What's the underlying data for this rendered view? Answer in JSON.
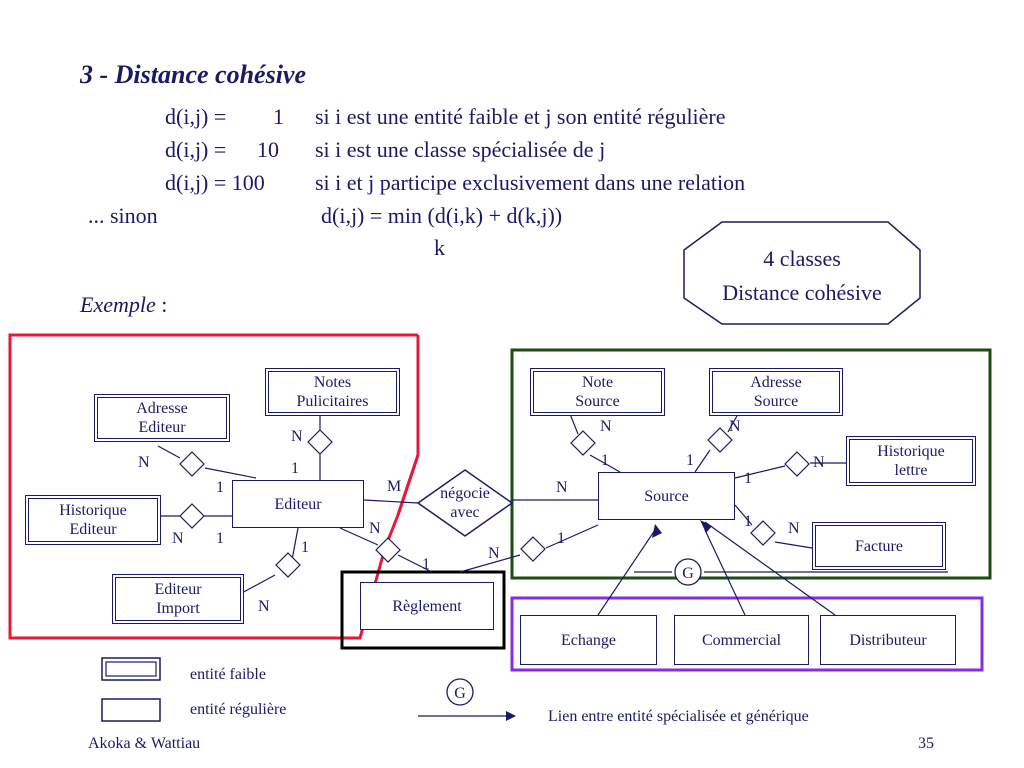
{
  "title": "3 - Distance cohésive",
  "formulas": [
    {
      "lhs": "d(i,j) =",
      "value": "1",
      "desc": "si i est une entité faible et j son entité régulière"
    },
    {
      "lhs": "d(i,j) =",
      "value": "10",
      "desc": "si i est une classe spécialisée de j"
    },
    {
      "lhs": "d(i,j) = 100",
      "value": "",
      "desc": "si i  et j participe exclusivement dans une relation"
    }
  ],
  "sinon": {
    "prefix": "...  sinon",
    "expr": "d(i,j)  =  min  (d(i,k)   +  d(k,j))",
    "sub": "k"
  },
  "callout": {
    "line1": "4 classes",
    "line2": "Distance cohésive"
  },
  "exemple": {
    "label": "Exemple",
    "suffix": " :"
  },
  "entities": {
    "notes_pub": "Notes\nPulicitaires",
    "adresse_editeur": "Adresse\nEditeur",
    "historique_editeur": "Historique\nEditeur",
    "editeur": "Editeur",
    "editeur_import": "Editeur\nImport",
    "reglement": "Règlement",
    "note_source": "Note\nSource",
    "adresse_source": "Adresse\nSource",
    "historique_lettre": "Historique\nlettre",
    "source": "Source",
    "facture": "Facture",
    "echange": "Echange",
    "commercial": "Commercial",
    "distributeur": "Distributeur"
  },
  "relation": "négocie\navec",
  "cardinalities": {
    "c1": "N",
    "c2": "1",
    "c3": "N",
    "c4": "1",
    "c5": "1",
    "c6": "N",
    "c7": "1",
    "c8": "N",
    "c9": "M",
    "c10": "N",
    "c11": "1",
    "c12": "N",
    "c13": "N",
    "c14": "1",
    "c15": "N",
    "c16": "N",
    "c17": "1",
    "c18": "1",
    "c19": "N",
    "c20": "1",
    "c21": "1",
    "c22": "1",
    "c23": "N"
  },
  "generalization": "G",
  "legend": {
    "weak": "entité faible",
    "regular": "entité régulière",
    "g_symbol": "G",
    "link": "Lien entre entité spécialisée et générique"
  },
  "footer": {
    "left": "Akoka & Wattiau",
    "page": "35"
  },
  "colors": {
    "text": "#1a1a66",
    "red_frame": "#e8183c",
    "green_frame": "#1e4d12",
    "purple_frame": "#8a2be2",
    "black_frame": "#000000"
  }
}
